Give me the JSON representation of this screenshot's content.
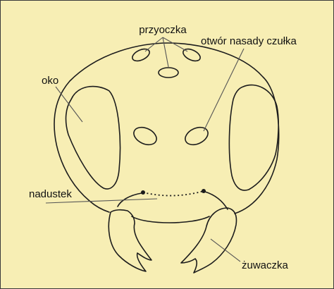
{
  "diagram": {
    "labels": {
      "ocelli": "przyoczka",
      "antenna_socket": "otwór nasady czułka",
      "eye": "oko",
      "clypeus": "nadustek",
      "mandible": "żuwaczka"
    },
    "colors": {
      "background": "#f7eeb4",
      "outline": "#1c1c1c",
      "leader": "#555555"
    }
  }
}
